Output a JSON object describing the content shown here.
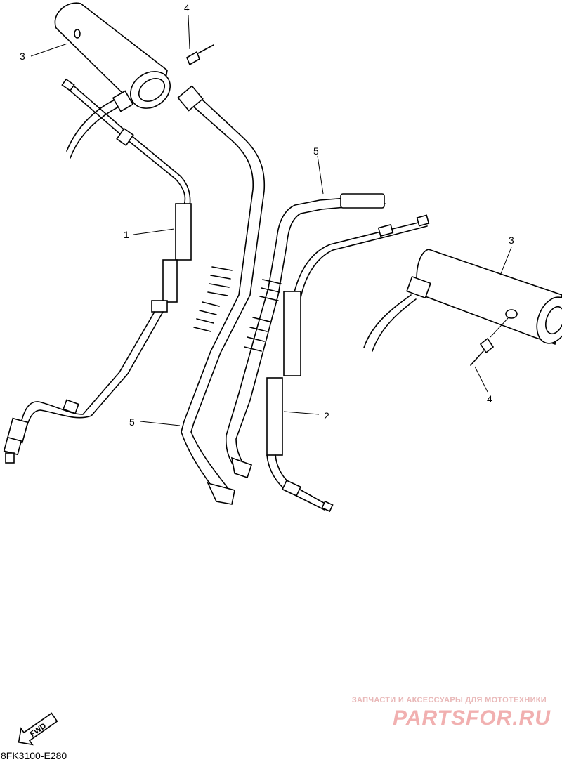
{
  "callouts": {
    "c1": "1",
    "c2": "2",
    "c3_left": "3",
    "c3_right": "3",
    "c4_left": "4",
    "c4_right": "4",
    "c5_top": "5",
    "c5_bottom": "5"
  },
  "fwd_label": "FWD",
  "diagram_code": "8FK3100-E280",
  "watermark": {
    "caption": "ЗАПЧАСТИ И АКСЕССУАРЫ ДЛЯ МОТОТЕХНИКИ",
    "logo": "PARTSFOR.RU"
  }
}
